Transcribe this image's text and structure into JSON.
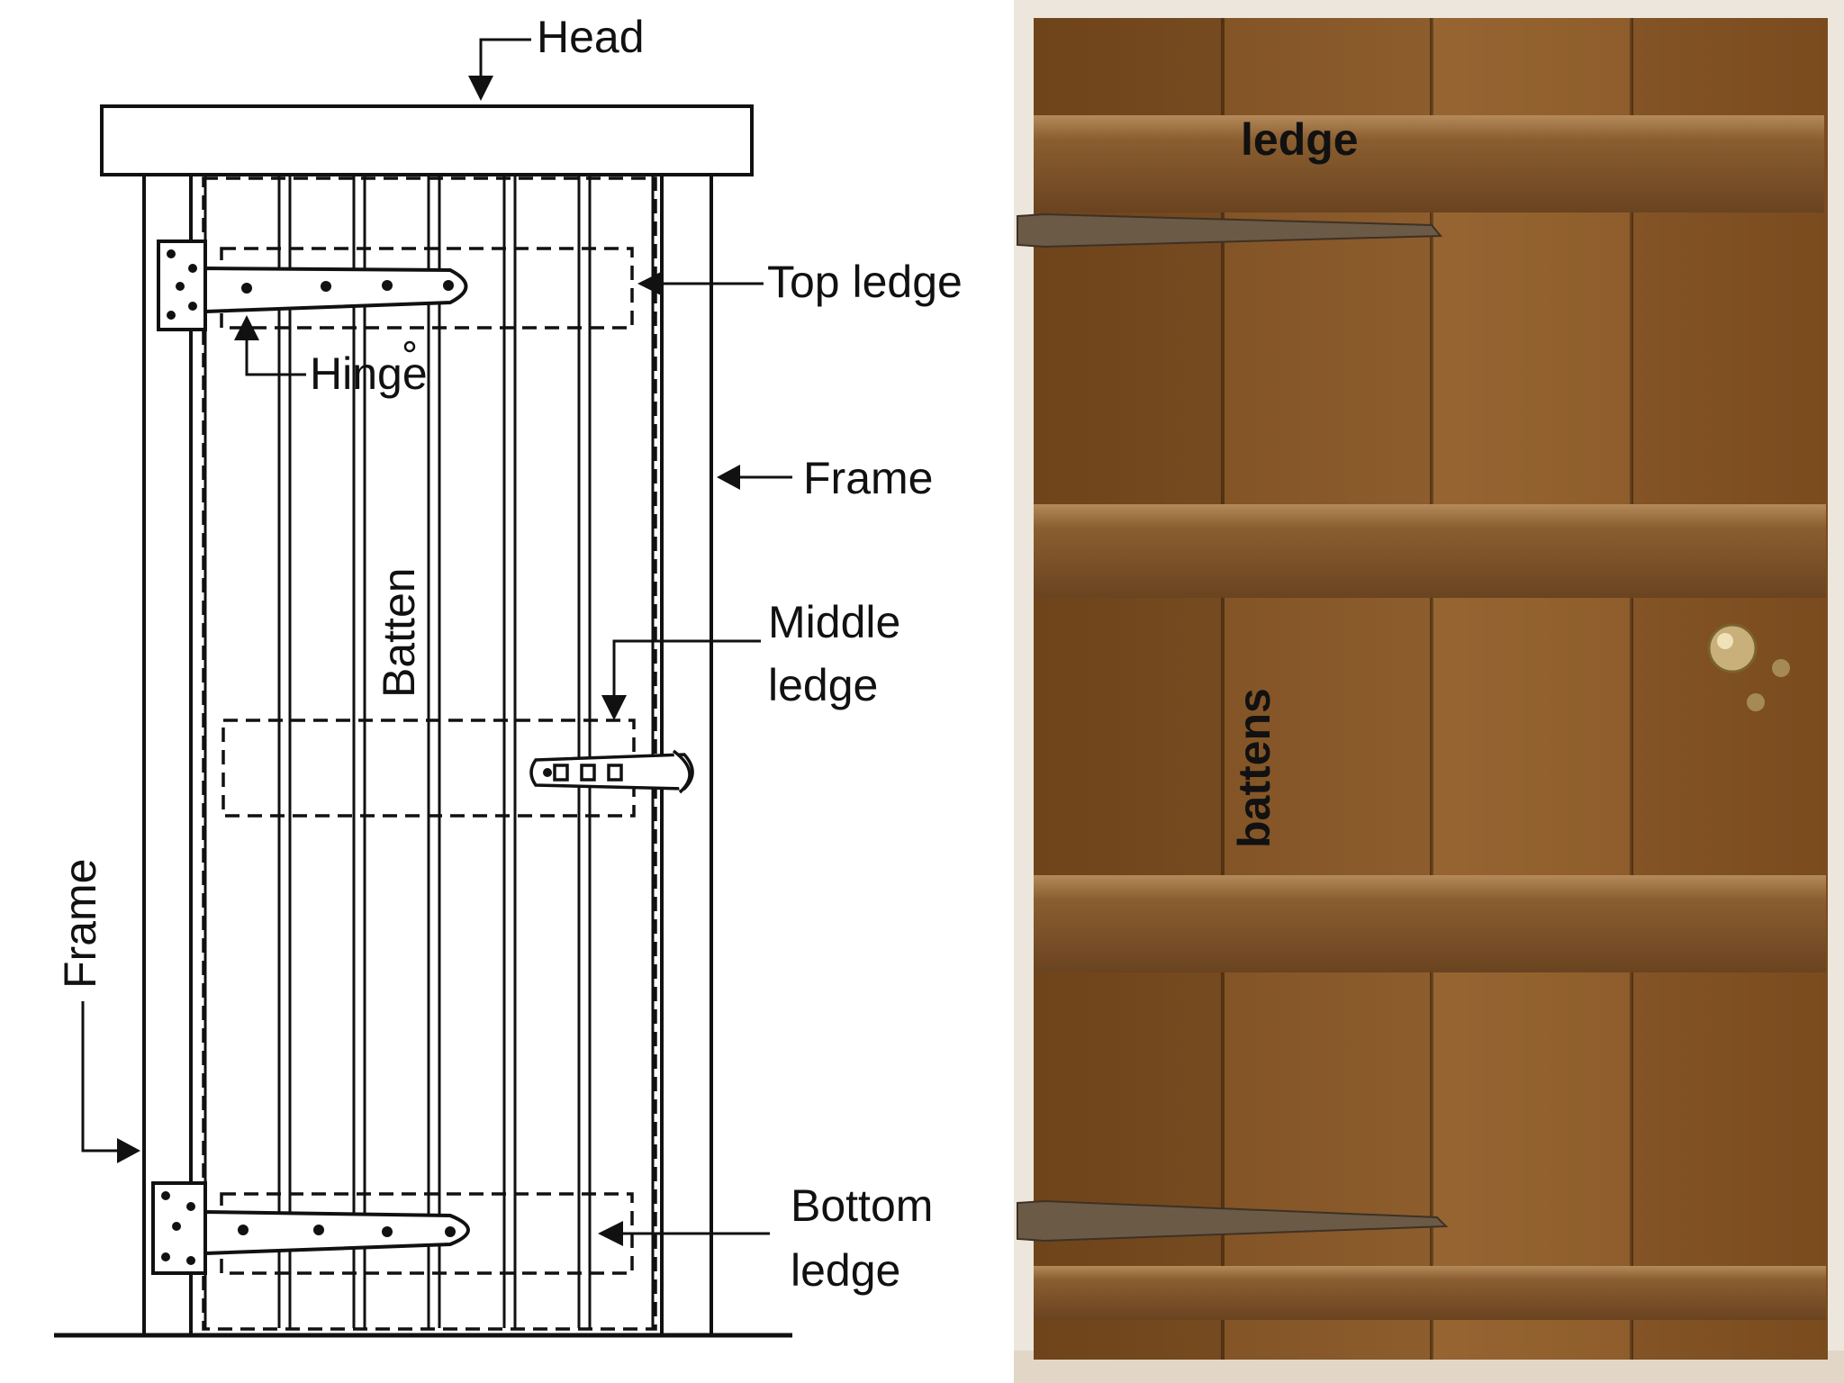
{
  "diagram": {
    "labels": {
      "head": "Head",
      "top_ledge": "Top ledge",
      "hinge": "Hinge",
      "frame_right": "Frame",
      "batten": "Batten",
      "middle_ledge_line1": "Middle",
      "middle_ledge_line2": "ledge",
      "frame_left": "Frame",
      "bottom_ledge_line1": "Bottom",
      "bottom_ledge_line2": "ledge"
    }
  },
  "photo": {
    "labels": {
      "ledge": "ledge",
      "battens": "battens"
    },
    "colors": {
      "wood": "#8a5a2b",
      "wood_dark": "#5e3a17",
      "wood_light": "#a8773f",
      "hinge_metal": "#6b5a45",
      "background": "#efe9e2"
    }
  }
}
